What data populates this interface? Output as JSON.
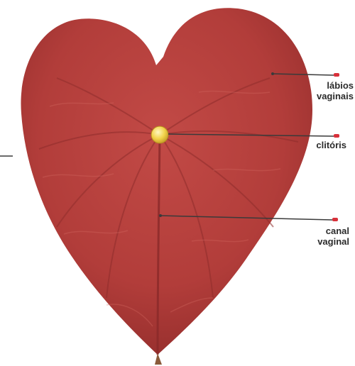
{
  "colors": {
    "flower": "#b8423f",
    "flower_dark": "#8e2a2a",
    "flower_light": "#d2605a",
    "spadix": "#f2d24a",
    "leader_line": "#3a3a3a",
    "marker": "#d8303a",
    "label_text": "#2b2b2b"
  },
  "labels": {
    "labios": {
      "line1": "lábios",
      "line2": "vaginais"
    },
    "clitoris": {
      "line1": "clitóris"
    },
    "canal": {
      "line1": "canal",
      "line2": "vaginal"
    }
  }
}
